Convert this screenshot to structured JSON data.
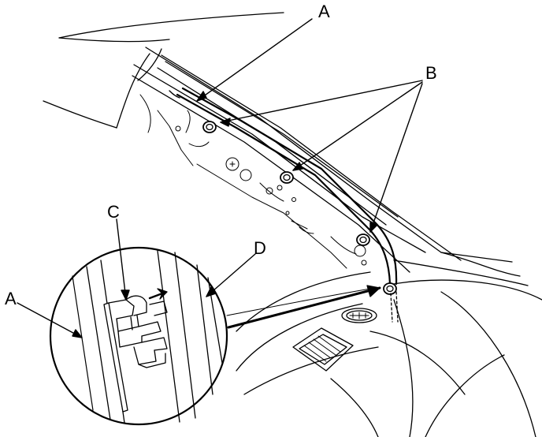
{
  "callouts": {
    "a_top": "A",
    "b": "B",
    "c": "C",
    "d": "D",
    "a_left": "A"
  },
  "colors": {
    "ink": "#000000",
    "paper": "#ffffff"
  }
}
